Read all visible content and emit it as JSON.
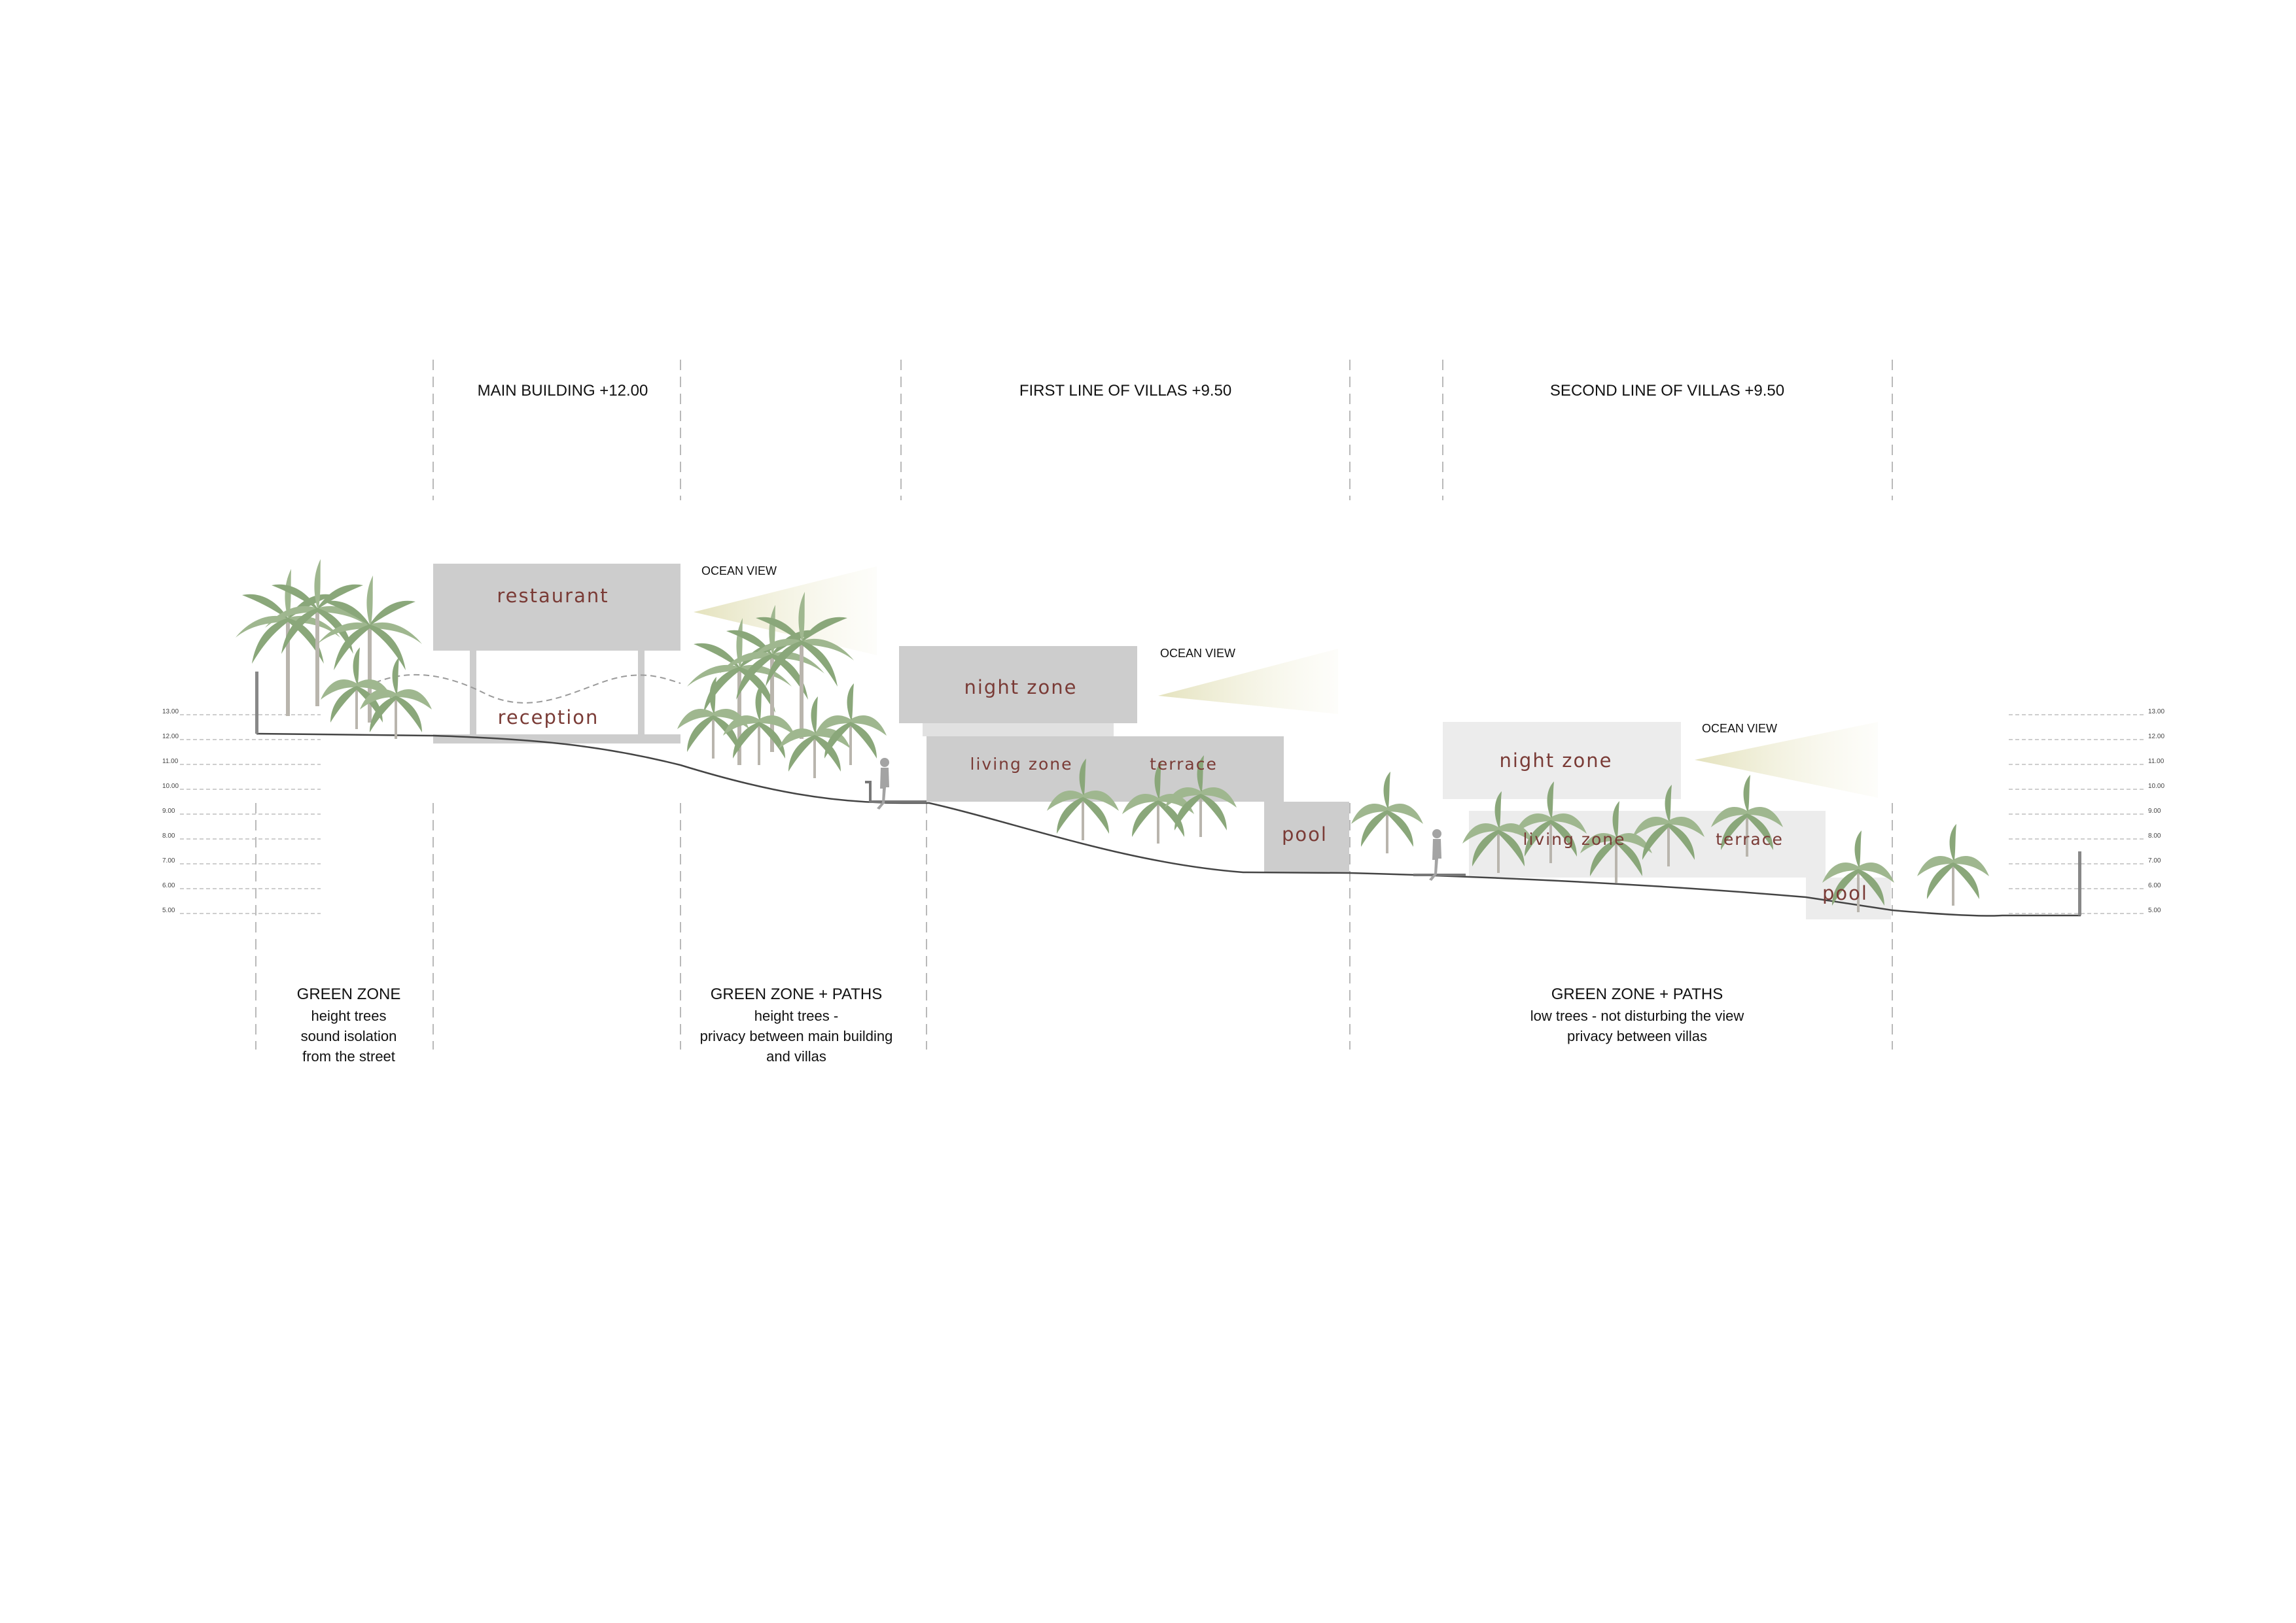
{
  "zones_top": [
    {
      "label": "MAIN BUILDING +12.00"
    },
    {
      "label": "FIRST LINE OF VILLAS +9.50"
    },
    {
      "label": "SECOND LINE OF VILLAS +9.50"
    }
  ],
  "ocean_view": [
    "OCEAN VIEW",
    "OCEAN VIEW",
    "OCEAN VIEW"
  ],
  "rooms": {
    "restaurant": "restaurant",
    "reception": "reception",
    "villa1_night": "night zone",
    "villa1_living": "living zone",
    "villa1_terrace": "terrace",
    "villa1_pool": "pool",
    "villa2_night": "night zone",
    "villa2_living": "living zone",
    "villa2_terrace": "terrace",
    "villa2_pool": "pool"
  },
  "levels": [
    "13.00",
    "12.00",
    "11.00",
    "10.00",
    "9.00",
    "8.00",
    "7.00",
    "6.00",
    "5.00"
  ],
  "zones_bottom": [
    {
      "title": "GREEN ZONE",
      "lines": [
        "height trees",
        "sound isolation",
        "from the street"
      ]
    },
    {
      "title": "GREEN ZONE + PATHS",
      "lines": [
        "height trees -",
        "privacy between main building",
        "and villas"
      ]
    },
    {
      "title": "GREEN ZONE + PATHS",
      "lines": [
        "low trees - not disturbing the view",
        "privacy between villas"
      ]
    }
  ]
}
